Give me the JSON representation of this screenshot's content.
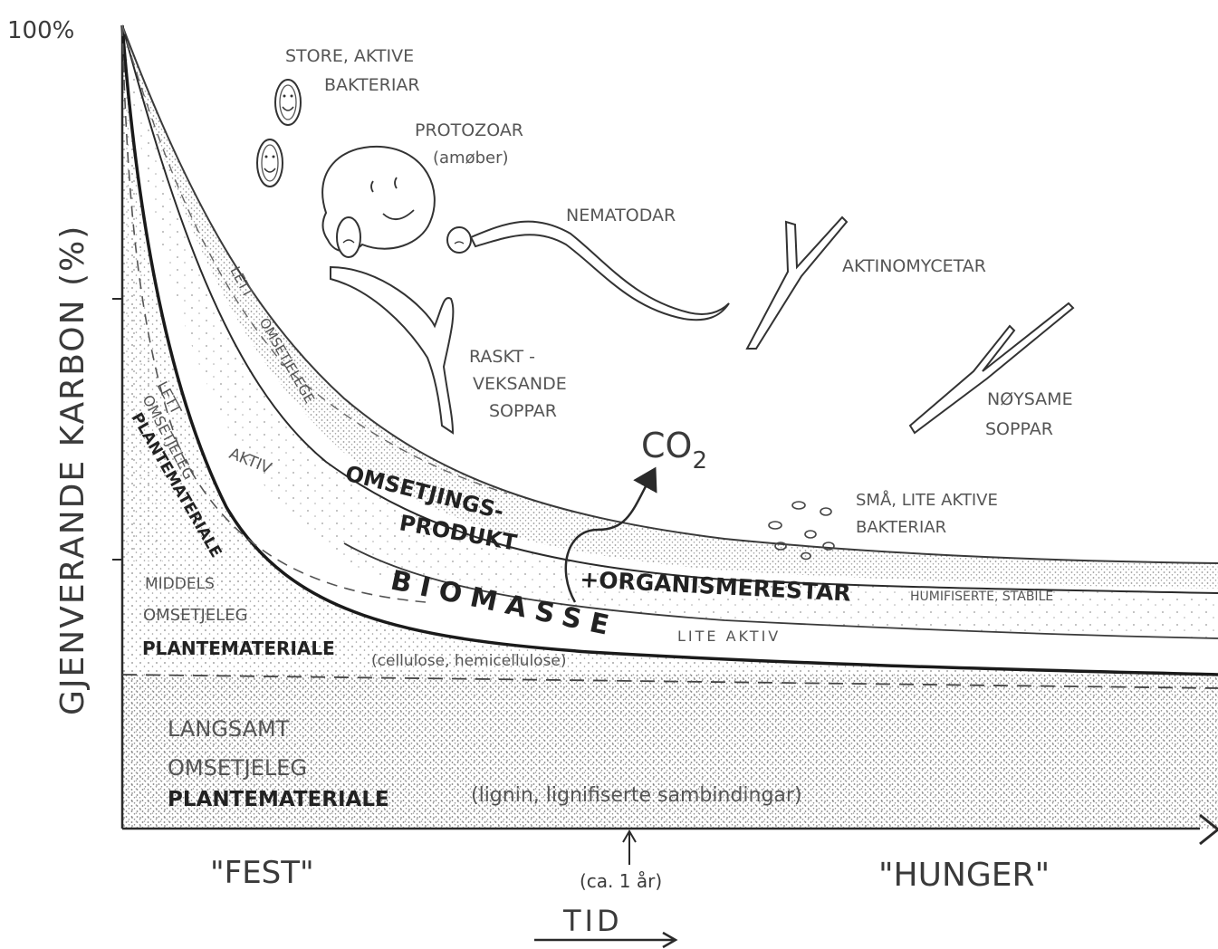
{
  "colors": {
    "ink": "#2a2a2a",
    "paper": "#ffffff",
    "stipple": "#7a7a7a"
  },
  "axes": {
    "y_top_label": "100%",
    "y_title": "GJENVERANDE KARBON (%)",
    "x_left_label": "\"FEST\"",
    "x_right_label": "\"HUNGER\"",
    "x_marker_label": "(ca. 1 år)",
    "x_title": "TID"
  },
  "layers": {
    "slow": {
      "line1": "LANGSAMT",
      "line2": "OMSETJELEG",
      "line3": "PLANTEMATERIALE",
      "note": "(lignin, lignifiserte sambindingar)"
    },
    "medium": {
      "line1": "MIDDELS",
      "line2": "OMSETJELEG",
      "line3": "PLANTEMATERIALE",
      "note": "(cellulose, hemicellulose)"
    },
    "easy_plant": {
      "line1": "LETT",
      "line2": "OMSETJELEG",
      "line3": "PLANTEMATERIALE"
    },
    "aktiv": "AKTIV",
    "biomasse": "BIOMASSE",
    "lite_aktiv": "LITE AKTIV",
    "omsetjing_line1": "OMSETJINGS-",
    "omsetjing_line2": "PRODUKT",
    "lett_omsetjelege_1": "LETT",
    "lett_omsetjelege_2": "OMSETJELEGE",
    "organismerestar": "+ORGANISMERESTAR",
    "humifiserte": "HUMIFISERTE, STABILE",
    "co2": "CO",
    "co2_sub": "2"
  },
  "organisms": {
    "bakteriar_1": "STORE, AKTIVE",
    "bakteriar_2": "BAKTERIAR",
    "protozoar_1": "PROTOZOAR",
    "protozoar_2": "(amøber)",
    "nematodar": "NEMATODAR",
    "aktinomycetar": "AKTINOMYCETAR",
    "soppar_1": "RASKT -",
    "soppar_2": "VEKSANDE",
    "soppar_3": "SOPPAR",
    "noysame_1": "NØYSAME",
    "noysame_2": "SOPPAR",
    "small_bact_1": "SMÅ, LITE AKTIVE",
    "small_bact_2": "BAKTERIAR"
  }
}
